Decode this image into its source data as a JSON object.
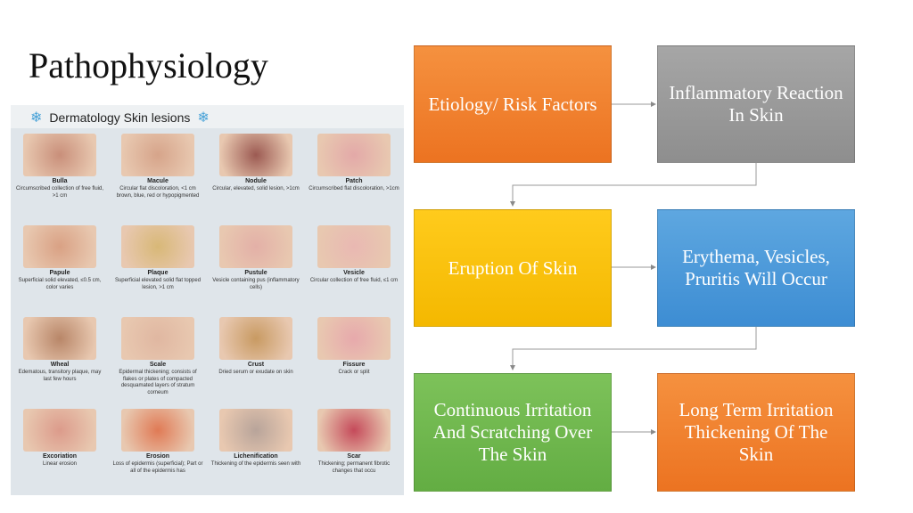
{
  "slide": {
    "title": "Pathophysiology"
  },
  "chart": {
    "heading": "Dermatology Skin lesions",
    "lesions": [
      {
        "name": "Bulla",
        "desc": "Circumscribed collection of free fluid, >1 cm",
        "color": "#c98f7a"
      },
      {
        "name": "Macule",
        "desc": "Circular flat discoloration, <1 cm brown, blue, red or hypopigmented",
        "color": "#d6a48a"
      },
      {
        "name": "Nodule",
        "desc": "Circular, elevated, solid lesion, >1cm",
        "color": "#9c5a52"
      },
      {
        "name": "Patch",
        "desc": "Circumscribed flat discoloration, >1cm",
        "color": "#e3a9a8"
      },
      {
        "name": "Papule",
        "desc": "Superficial solid elevated, ≤0.5 cm, color varies",
        "color": "#d9a184"
      },
      {
        "name": "Plaque",
        "desc": "Superficial elevated solid flat topped lesion, >1 cm",
        "color": "#d8b877"
      },
      {
        "name": "Pustule",
        "desc": "Vesicle containing pus (inflammatory cells)",
        "color": "#e3b0a7"
      },
      {
        "name": "Vesicle",
        "desc": "Circular collection of free fluid, ≤1 cm",
        "color": "#e9b8b2"
      },
      {
        "name": "Wheal",
        "desc": "Edematous, transitory plaque, may last few hours",
        "color": "#b88668"
      },
      {
        "name": "Scale",
        "desc": "Epidermal thickening; consists of flakes or plates of compacted desquamated layers of stratum corneum",
        "color": "#e0b7a1"
      },
      {
        "name": "Crust",
        "desc": "Dried serum or exudate on skin",
        "color": "#c89a62"
      },
      {
        "name": "Fissure",
        "desc": "Crack or split",
        "color": "#e7a9ac"
      },
      {
        "name": "Excoriation",
        "desc": "Linear erosion",
        "color": "#dc9b8b"
      },
      {
        "name": "Erosion",
        "desc": "Loss of epidermis (superficial); Part or all of the epidermis has",
        "color": "#e07a55"
      },
      {
        "name": "Lichenification",
        "desc": "Thickening of the epidermis seen with",
        "color": "#b8a49a"
      },
      {
        "name": "Scar",
        "desc": "Thickening; permanent fibrotic changes that occu",
        "color": "#c54a5a"
      }
    ]
  },
  "flow": [
    {
      "text": "Etiology/ Risk Factors",
      "color": "orange"
    },
    {
      "text": "Inflammatory Reaction In Skin",
      "color": "gray"
    },
    {
      "text": "Eruption Of Skin",
      "color": "yellow"
    },
    {
      "text": "Erythema, Vesicles, Pruritis Will Occur",
      "color": "blue"
    },
    {
      "text": "Continuous Irritation And Scratching Over The Skin",
      "color": "green"
    },
    {
      "text": "Long Term Irritation Thickening Of The Skin",
      "color": "orange"
    }
  ]
}
